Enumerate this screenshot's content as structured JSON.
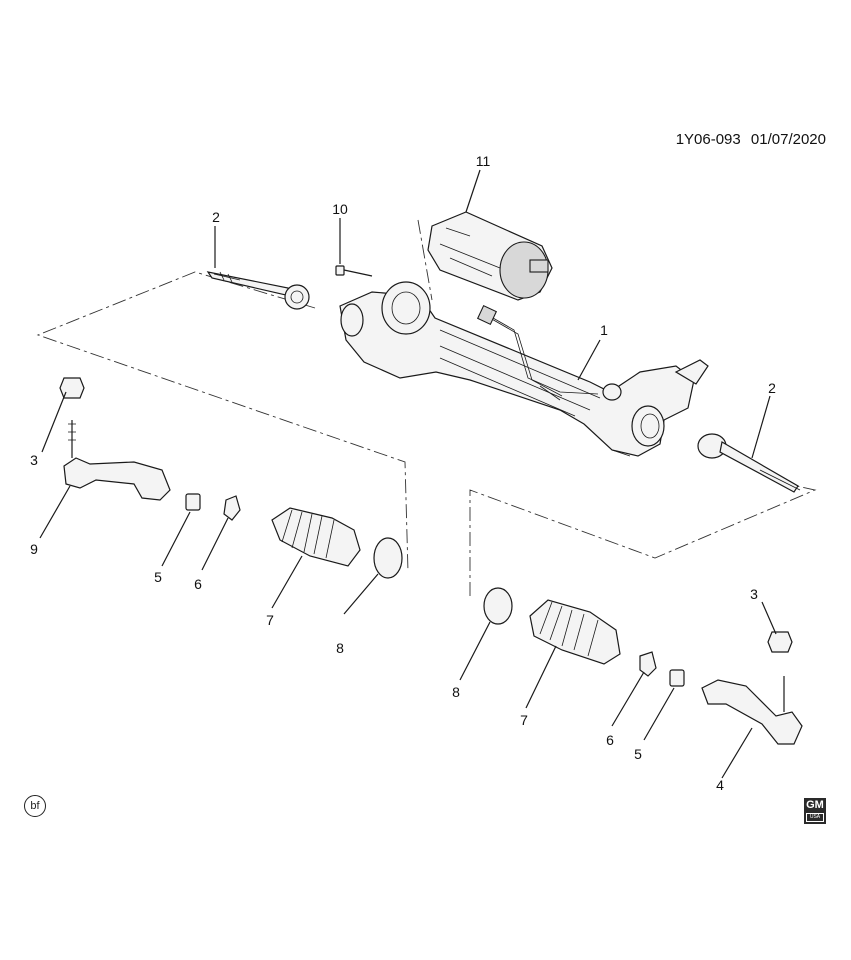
{
  "header": {
    "diagram_code": "1Y06-093",
    "date": "01/07/2020"
  },
  "callouts": {
    "c1": "1",
    "c2_upper": "2",
    "c2_right": "2",
    "c3_left": "3",
    "c3_right": "3",
    "c4": "4",
    "c5_left": "5",
    "c5_right": "5",
    "c6_left": "6",
    "c6_right": "6",
    "c7_left": "7",
    "c7_right": "7",
    "c8_left": "8",
    "c8_right": "8",
    "c9": "9",
    "c10": "10",
    "c11": "11"
  },
  "footer": {
    "left_badge": "bf",
    "brand_logo": "GM",
    "brand_logo_sub": "USA"
  }
}
